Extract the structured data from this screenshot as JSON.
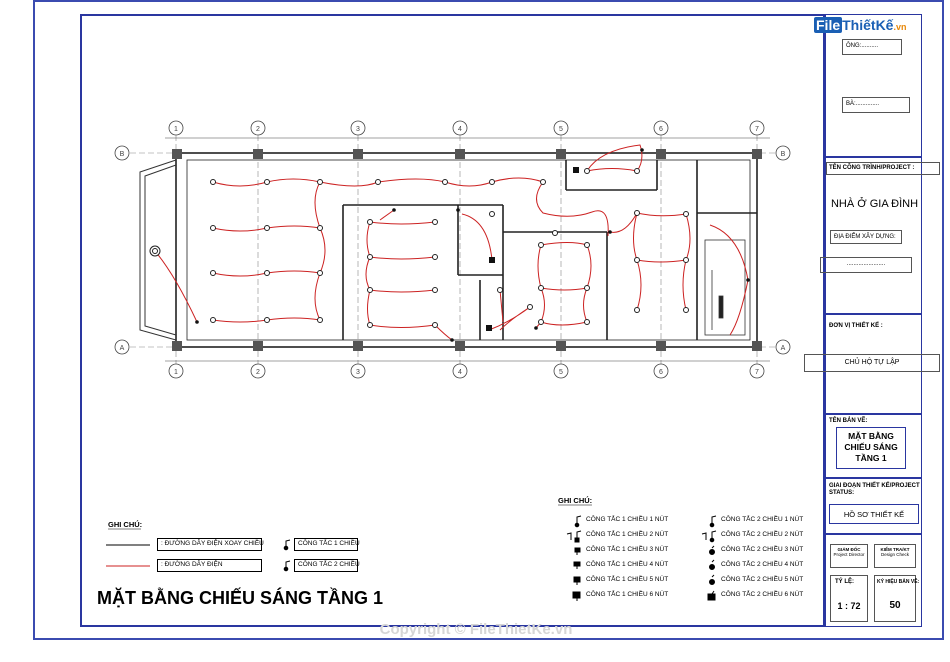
{
  "logo": {
    "file": "File",
    "rest": "ThiếtKế",
    "domain": ".vn"
  },
  "owner_he": "ÔNG:..........",
  "owner_she": "BÀ:..............",
  "project_label": "TÊN CÔNG TRÌNH/PROJECT :",
  "project_name": "NHÀ Ở GIA ĐÌNH",
  "location_label": "ĐỊA ĐIỂM XÂY DỰNG:",
  "location_value": ".......................",
  "designer_label": "ĐƠN VỊ THIẾT KẾ :",
  "designer_value": "CHỦ HỘ TỰ LẬP",
  "drawing_label": "TÊN BẢN VẼ:",
  "drawing_name": [
    "MẶT BẰNG",
    "CHIẾU SÁNG",
    "TẦNG 1"
  ],
  "phase_label": "GIAI ĐOẠN THIẾT KẾ/PROJECT STATUS:",
  "phase_value": "HỒ SƠ THIẾT KẾ",
  "scale_label": "TỶ LỆ:",
  "scale_value": "1 : 72",
  "sheet_label": "KÝ HIỆU BẢN VẼ:",
  "sheet_value": "50",
  "sig1": [
    "GIÁM ĐỐC",
    "Project Director"
  ],
  "sig2": [
    "KIỂM TRA/KT",
    "Design Check"
  ],
  "axis_numbers": [
    "1",
    "2",
    "3",
    "4",
    "5",
    "6",
    "7"
  ],
  "axis_letters": [
    "B",
    "A"
  ],
  "legend_left": {
    "title": "GHI CHÚ:",
    "wire_ac": ": ĐƯỜNG DÂY ĐIỆN XOAY CHIỀU",
    "wire": ": ĐƯỜNG DÂY ĐIỆN",
    "sw1": "CÔNG TẮC 1 CHIỀU",
    "sw2": "CÔNG TẮC 2 CHIỀU"
  },
  "legend_right": {
    "title": "GHI CHÚ:",
    "col1": [
      "CÔNG TẮC 1 CHIỀU 1 NÚT",
      "CÔNG TẮC 1 CHIỀU 2 NÚT",
      "CÔNG TẮC 1 CHIỀU 3 NÚT",
      "CÔNG TẮC 1 CHIỀU 4 NÚT",
      "CÔNG TẮC 1 CHIỀU 5 NÚT",
      "CÔNG TẮC 1 CHIỀU 6 NÚT"
    ],
    "col2": [
      "CÔNG TẮC 2 CHIỀU 1 NÚT",
      "CÔNG TẮC 2 CHIỀU 2 NÚT",
      "CÔNG TẮC 2 CHIỀU 3 NÚT",
      "CÔNG TẮC 2 CHIỀU 4 NÚT",
      "CÔNG TẮC 2 CHIỀU 5 NÚT",
      "CÔNG TẮC 2 CHIỀU 6 NÚT"
    ]
  },
  "main_title": "MẶT BẰNG CHIẾU SÁNG TẦNG 1",
  "copyright": "Copyright © FileThietKe.vn",
  "colors": {
    "frame": "#2a36a0",
    "wire": "#cc2222",
    "logo_blue": "#1a5fb4",
    "logo_orange": "#e8890c"
  }
}
